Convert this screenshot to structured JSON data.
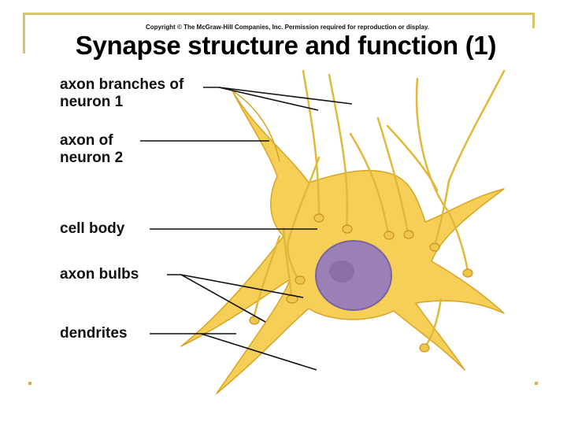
{
  "copyright": "Copyright © The McGraw-Hill Companies, Inc. Permission required for reproduction or display.",
  "title": "Synapse structure and function (1)",
  "labels": {
    "axon_branches": "axon branches of neuron 1",
    "axon_neuron2": "axon of neuron 2",
    "cell_body": "cell body",
    "axon_bulbs": "axon bulbs",
    "dendrites": "dendrites"
  },
  "colors": {
    "cell_fill": "#f5cf56",
    "cell_stroke": "#d9a425",
    "nucleus": "#9b80b8",
    "frame": "#d9c46a"
  }
}
